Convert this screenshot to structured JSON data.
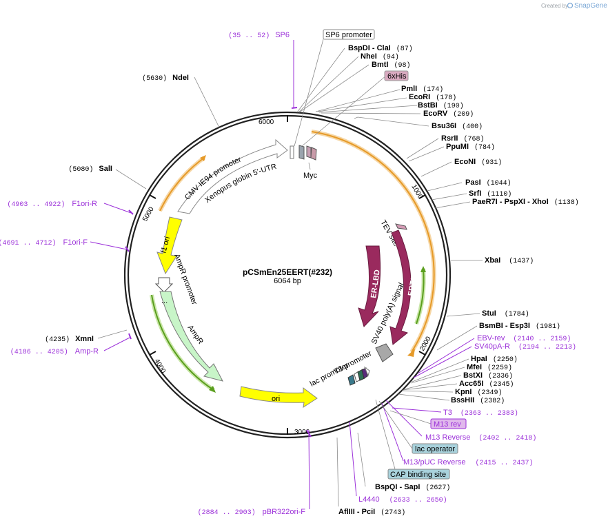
{
  "credit": {
    "prefix": "Created by",
    "brand": "SnapGene"
  },
  "plasmid": {
    "name": "pCSmEn25EERT(#232)",
    "size": "6064 bp"
  },
  "ticks": [
    "1000",
    "2000",
    "3000",
    "4000",
    "5000",
    "6000"
  ],
  "enzymes": [
    {
      "name": "BspDI",
      "sep": " - ",
      "name2": "ClaI",
      "pos": "(87)"
    },
    {
      "name": "NheI",
      "pos": "(94)"
    },
    {
      "name": "BmtI",
      "pos": "(98)"
    },
    {
      "name": "PmlI",
      "pos": "(174)"
    },
    {
      "name": "EcoRI",
      "pos": "(178)"
    },
    {
      "name": "BstBI",
      "pos": "(190)"
    },
    {
      "name": "EcoRV",
      "pos": "(209)"
    },
    {
      "name": "Bsu36I",
      "pos": "(400)"
    },
    {
      "name": "RsrII",
      "pos": "(768)"
    },
    {
      "name": "PpuMI",
      "pos": "(784)"
    },
    {
      "name": "EcoNI",
      "pos": "(931)"
    },
    {
      "name": "PasI",
      "pos": "(1044)"
    },
    {
      "name": "SrfI",
      "pos": "(1110)"
    },
    {
      "name": "PaeR7I",
      "sep": " - ",
      "name2": "PspXI",
      "sep2": " - ",
      "name3": "XhoI",
      "pos": "(1138)"
    },
    {
      "name": "XbaI",
      "pos": "(1437)"
    },
    {
      "name": "StuI",
      "pos": "(1784)"
    },
    {
      "name": "BsmBI",
      "sep": " - ",
      "name2": "Esp3I",
      "pos": "(1981)"
    },
    {
      "name": "HpaI",
      "pos": "(2250)"
    },
    {
      "name": "MfeI",
      "pos": "(2259)"
    },
    {
      "name": "BstXI",
      "pos": "(2336)"
    },
    {
      "name": "Acc65I",
      "pos": "(2345)"
    },
    {
      "name": "KpnI",
      "pos": "(2349)"
    },
    {
      "name": "BssHII",
      "pos": "(2382)"
    },
    {
      "name": "BspQI",
      "sep": " - ",
      "name2": "SapI",
      "pos": "(2627)"
    },
    {
      "name": "AflIII",
      "sep": " - ",
      "name2": "PciI",
      "pos": "(2743)"
    },
    {
      "name": "XmnI",
      "pos": "(4235)"
    },
    {
      "name": "SalI",
      "pos": "(5080)"
    },
    {
      "name": "NdeI",
      "pos": "(5630)"
    }
  ],
  "primers": [
    {
      "name": "SP6",
      "pos": "(35 .. 52)"
    },
    {
      "name": "EBV-rev",
      "pos": "(2140 .. 2159)"
    },
    {
      "name": "SV40pA-R",
      "pos": "(2194 .. 2213)"
    },
    {
      "name": "T3",
      "pos": "(2363 .. 2383)"
    },
    {
      "name": "M13 Reverse",
      "pos": "(2402 .. 2418)"
    },
    {
      "name": "M13/pUC Reverse",
      "pos": "(2415 .. 2437)"
    },
    {
      "name": "L4440",
      "pos": "(2633 .. 2650)"
    },
    {
      "name": "pBR322ori-F",
      "pos": "(2884 .. 2903)"
    },
    {
      "name": "Amp-R",
      "pos": "(4186 .. 4205)"
    },
    {
      "name": "F1ori-F",
      "pos": "(4691 .. 4712)"
    },
    {
      "name": "F1ori-R",
      "pos": "(4903 .. 4922)"
    }
  ],
  "boxed_features": {
    "sp6_promoter": "SP6 promoter",
    "sixhis": "6xHis",
    "m13_rev": "M13 rev",
    "lac_operator": "lac operator",
    "cap_site": "CAP binding site"
  },
  "features": {
    "cmv": "CMV IE94 promoter",
    "xenopus": "Xenopus globin 5'-UTR",
    "myc": "Myc",
    "tev": "TEV site",
    "ert2": "ERT2",
    "er_lbd": "ER-LBD",
    "sv40": "SV40 poly(A) signal",
    "t3_promoter": "T3 promoter",
    "lac_promoter": "lac promoter",
    "f1_ori": "f1 ori",
    "ampr_promoter": "AmpR promoter",
    "ampr": "AmpR",
    "ori": "ori",
    "ellipsis": "..."
  },
  "colors": {
    "backbone": "#222222",
    "primer": "#9b30d9",
    "orange_arc": "#e69a28",
    "green_arc": "#5a9e1e",
    "ert": "#9a2a5e",
    "yellow": "#ffff00",
    "ampr": "#c8f5c8",
    "sv40": "#a8a8a8",
    "sixhis_box": "#d9aac0",
    "lac_box": "#a9d2dc"
  }
}
